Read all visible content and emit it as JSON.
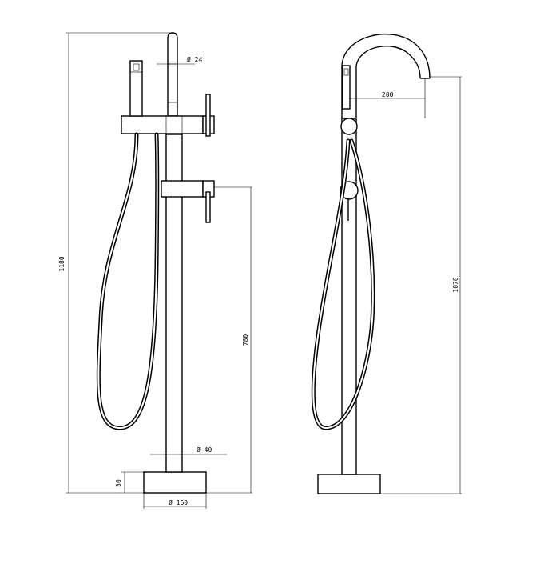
{
  "dimensions": {
    "total_height": "1180",
    "spout_diameter": "Ø 24",
    "stem_diameter": "Ø 40",
    "mixer_height": "780",
    "base_height": "50",
    "base_diameter": "Ø 160",
    "spout_reach": "200",
    "spout_height": "1070"
  },
  "colors": {
    "line": "#000000",
    "background": "#ffffff"
  }
}
